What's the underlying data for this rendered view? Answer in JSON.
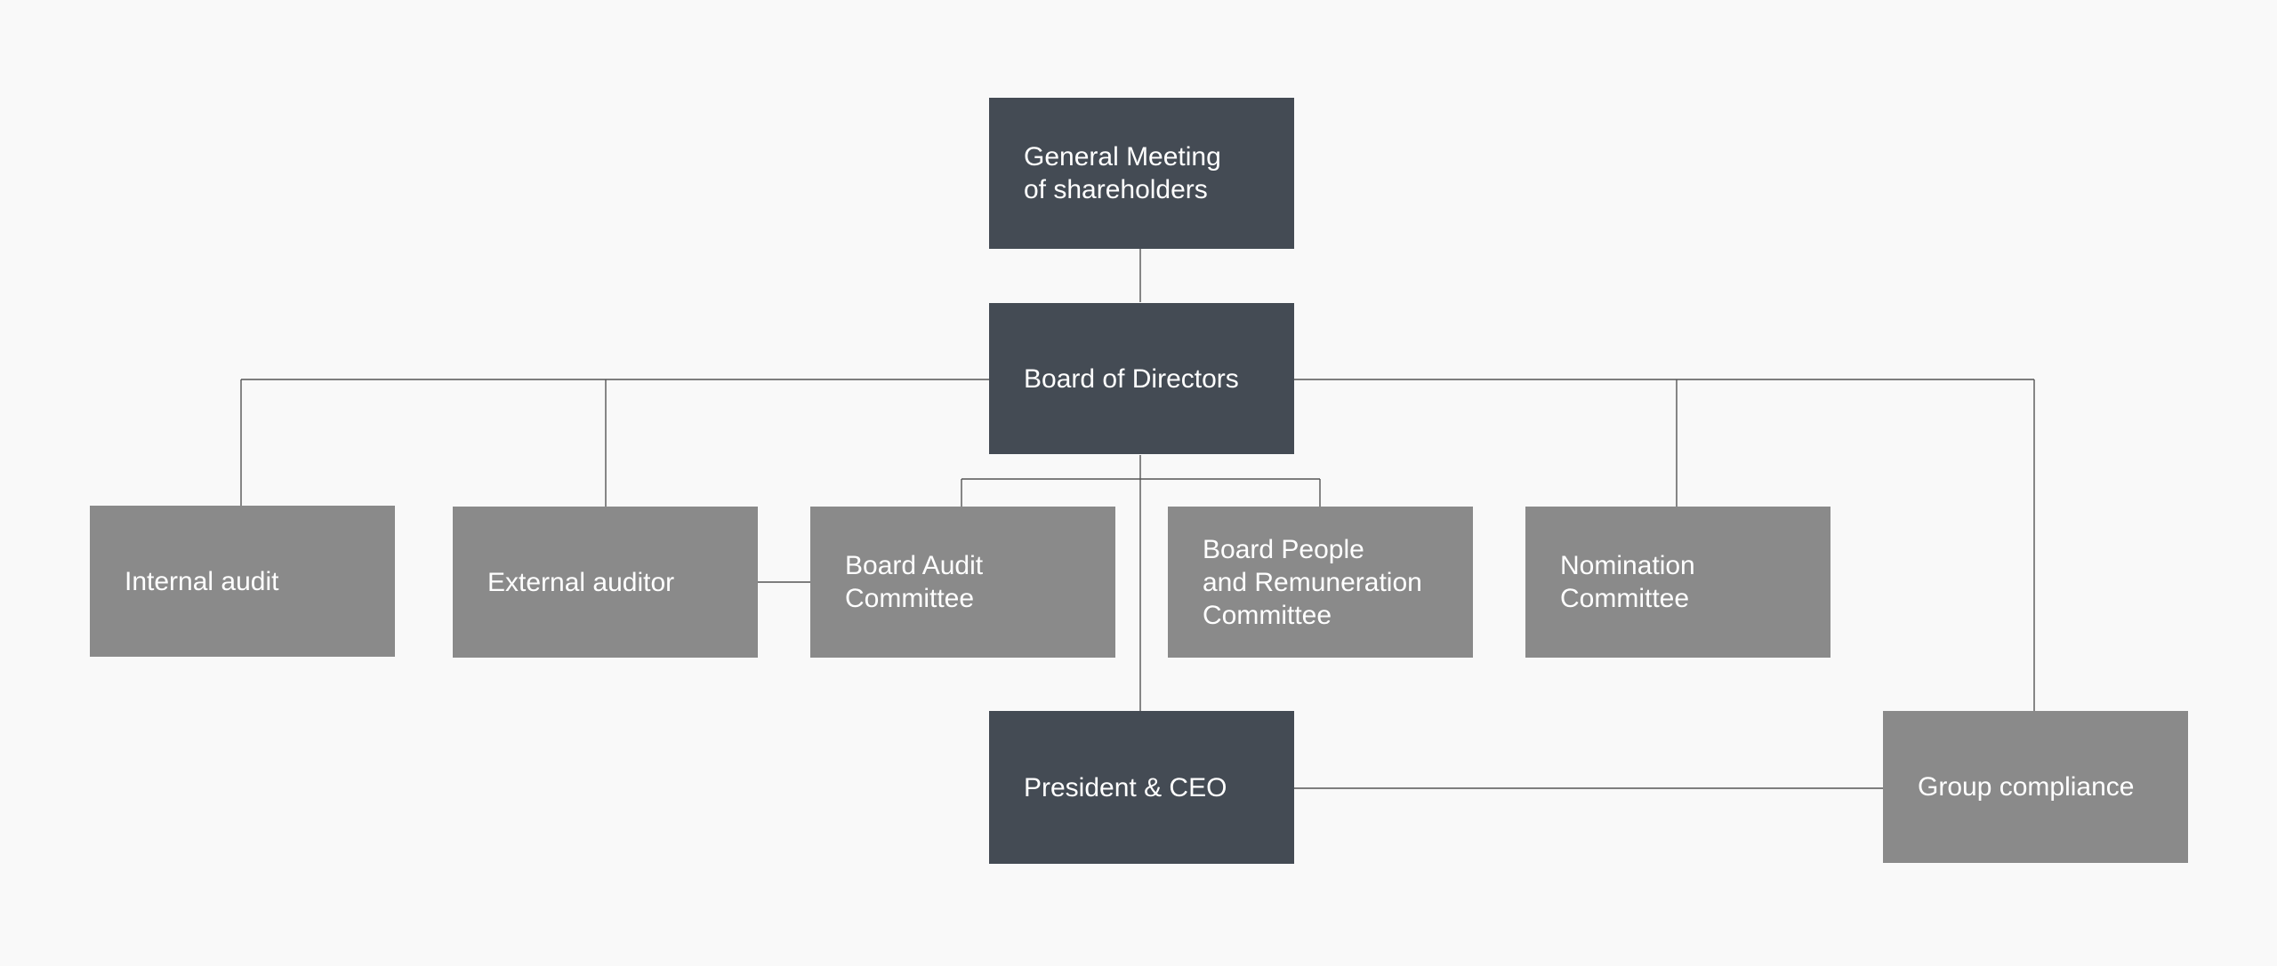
{
  "colors": {
    "background": "#f9f9f9",
    "primary_box": "#444b54",
    "secondary_box": "#8a8a8a",
    "connector": "#555555",
    "text": "#ffffff"
  },
  "nodes": {
    "general_meeting": "General Meeting\nof shareholders",
    "board": "Board of Directors",
    "internal_audit": "Internal audit",
    "external_auditor": "External auditor",
    "audit_committee": "Board Audit\nCommittee",
    "people_committee": "Board People\nand Remuneration\nCommittee",
    "nomination_committee": "Nomination\nCommittee",
    "ceo": "President & CEO",
    "group_compliance": "Group compliance"
  }
}
